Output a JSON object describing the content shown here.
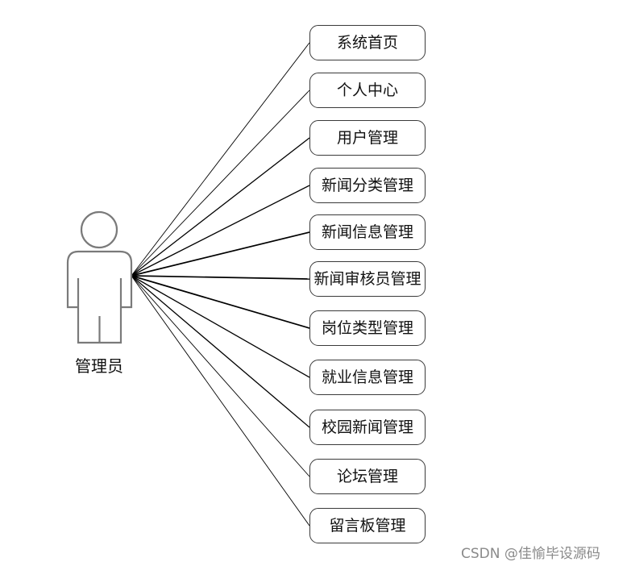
{
  "actor": {
    "label": "管理员",
    "icon": "person-icon"
  },
  "use_cases": [
    {
      "label": "系统首页"
    },
    {
      "label": "个人中心"
    },
    {
      "label": "用户管理"
    },
    {
      "label": "新闻分类管理"
    },
    {
      "label": "新闻信息管理"
    },
    {
      "label": "新闻审核员管理"
    },
    {
      "label": "岗位类型管理"
    },
    {
      "label": "就业信息管理"
    },
    {
      "label": "校园新闻管理"
    },
    {
      "label": "论坛管理"
    },
    {
      "label": "留言板管理"
    }
  ],
  "watermark": "CSDN @佳愉毕设源码"
}
